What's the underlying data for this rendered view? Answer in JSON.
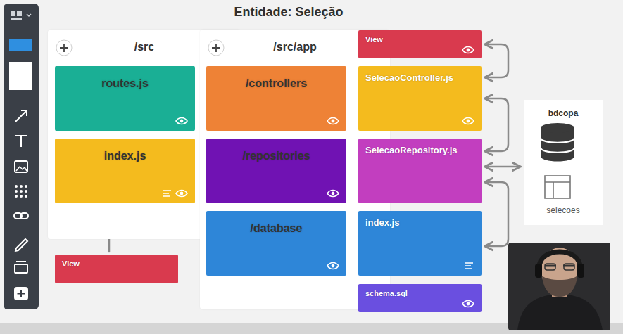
{
  "diagram": {
    "title": "Entidade: Seleção",
    "nodes": [
      {
        "text": [
          "/src"
        ]
      },
      {
        "text": [
          "routes.js"
        ],
        "in": 0
      },
      {
        "text": [
          "index.js"
        ],
        "in": 0
      },
      {
        "text": [
          "View"
        ]
      },
      {
        "text": [
          "/src/app"
        ]
      },
      {
        "text": [
          "/controllers"
        ],
        "in": 4
      },
      {
        "text": [
          "/repositories"
        ],
        "in": 4
      },
      {
        "text": [
          "/database"
        ],
        "in": 4
      },
      {
        "text": [
          "View"
        ]
      },
      {
        "text": [
          "SelecaoController.js"
        ]
      },
      {
        "text": [
          "SelecaoRepository.js"
        ]
      },
      {
        "text": [
          "index.js"
        ]
      },
      {
        "text": [
          "schema.sql"
        ]
      },
      {
        "text": [
          "bdcopa",
          "selecoes"
        ]
      }
    ],
    "edges": [
      {
        "from": 0,
        "to": 4,
        "arrow": "both"
      },
      {
        "from": 3,
        "to": 2,
        "arrow": "to"
      },
      {
        "from": 5,
        "to": 9,
        "arrow": "to"
      },
      {
        "from": 6,
        "to": 10,
        "arrow": "to"
      },
      {
        "from": 7,
        "to": 11,
        "arrow": "to"
      },
      {
        "from": 7,
        "to": 12,
        "arrow": "to"
      },
      {
        "from": 8,
        "to": 9,
        "arrow": "both"
      },
      {
        "from": 9,
        "to": 10,
        "arrow": "both"
      },
      {
        "from": 10,
        "to": 13,
        "arrow": "both"
      },
      {
        "from": 10,
        "to": 11,
        "arrow": "both"
      }
    ]
  }
}
